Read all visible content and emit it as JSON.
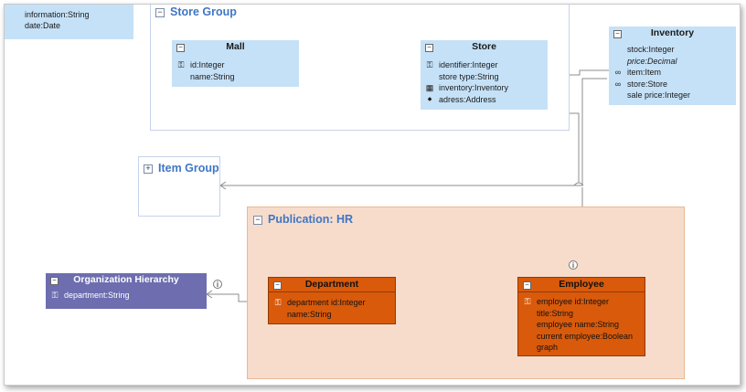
{
  "note": {
    "lines": [
      "information:String",
      "date:Date"
    ]
  },
  "groups": {
    "store_group": "Store Group",
    "item_group": "Item Group",
    "publication_hr": "Publication: HR"
  },
  "entities": {
    "mall": {
      "title": "Mall",
      "fields": [
        "id:Integer",
        "name:String"
      ]
    },
    "store": {
      "title": "Store",
      "fields": [
        "identifier:Integer",
        "store type:String",
        "inventory:Inventory",
        "adress:Address"
      ]
    },
    "inventory": {
      "title": "Inventory",
      "fields": [
        "stock:Integer",
        "price:Decimal",
        "item:Item",
        "store:Store",
        "sale price:Integer"
      ]
    },
    "org_hierarchy": {
      "title": "Organization Hierarchy",
      "fields": [
        "department:String"
      ]
    },
    "department": {
      "title": "Department",
      "fields": [
        "department id:Integer",
        "name:String"
      ]
    },
    "employee": {
      "title": "Employee",
      "fields": [
        "employee id:Integer",
        "title:String",
        "employee name:String",
        "current employee:Boolean",
        "graph"
      ]
    }
  },
  "info_marker": "i",
  "toggles": {
    "collapse": "−",
    "expand": "+"
  },
  "icons": {
    "key": "key-icon",
    "link": "link-icon",
    "bullet": "bullet-icon"
  },
  "colors": {
    "blue_entity": "#c5e1f7",
    "orange_entity": "#d95a0b",
    "purple_entity": "#6d6db0",
    "group_title": "#3f76c4",
    "hr_group": "#f7dccb"
  }
}
